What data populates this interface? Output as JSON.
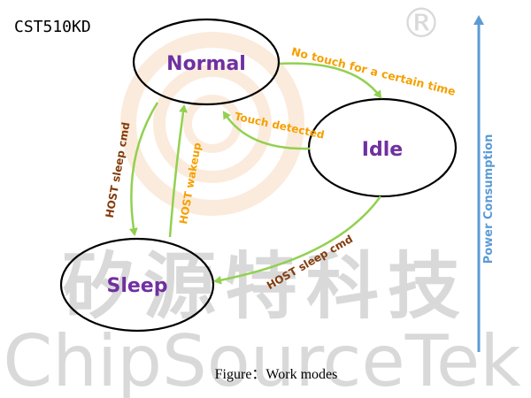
{
  "chip_label": "CST510KD",
  "watermark": {
    "registered_mark": "®",
    "chinese": "矽源特科技",
    "brand": "ChipSourceTek",
    "color": "#d9d9d9",
    "logo_color": "#f8dcc0"
  },
  "states": {
    "normal": "Normal",
    "idle": "Idle",
    "sleep": "Sleep"
  },
  "transitions": {
    "normal_to_idle": "No touch for a certain time",
    "idle_to_normal": "Touch detected",
    "normal_to_sleep": "HOST sleep cmd",
    "sleep_to_normal": "HOST wakeup",
    "idle_to_sleep": "HOST sleep cmd"
  },
  "axis_label": "Power Consumption",
  "caption": "Figure：Work modes",
  "colors": {
    "state_text": "#7030a0",
    "arrow": "#92d050",
    "label_orange": "#f5a000",
    "label_brown": "#843c0c",
    "axis": "#5b9bd5"
  }
}
